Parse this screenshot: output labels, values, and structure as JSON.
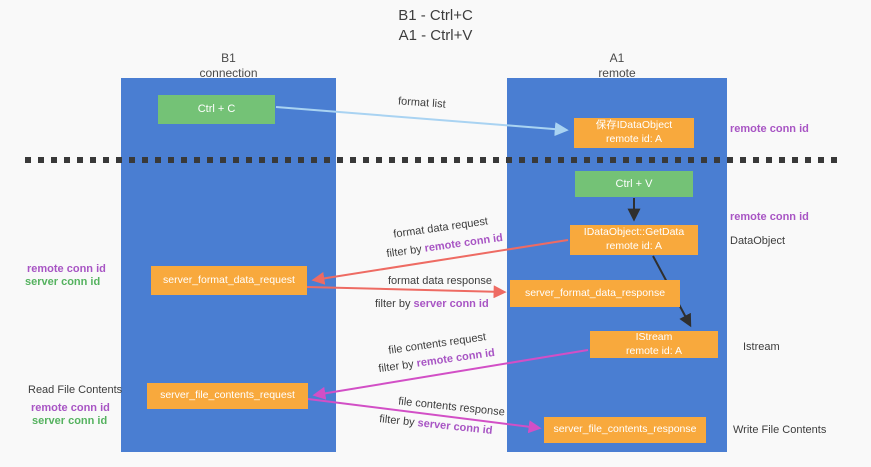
{
  "title": {
    "line1": "B1 - Ctrl+C",
    "line2": "A1 - Ctrl+V"
  },
  "columns": {
    "left": {
      "header_line1": "B1",
      "header_line2": "connection"
    },
    "right": {
      "header_line1": "A1",
      "header_line2": "remote"
    }
  },
  "boxes": {
    "ctrl_c": "Ctrl + C",
    "ctrl_v": "Ctrl + V",
    "save_idataobject": {
      "line1": "保存IDataObject",
      "line2": "remote id: A"
    },
    "getdata": {
      "line1": "IDataObject::GetData",
      "line2": "remote id: A"
    },
    "istream": {
      "line1": "IStream",
      "line2": "remote id: A"
    },
    "server_format_data_request": "server_format_data_request",
    "server_format_data_response": "server_format_data_response",
    "server_file_contents_request": "server_file_contents_request",
    "server_file_contents_response": "server_file_contents_response"
  },
  "arrow_labels": {
    "format_list": "format list",
    "format_data_request": "format data request",
    "format_data_response": "format data response",
    "file_contents_request": "file contents request",
    "file_contents_response": "file contents response",
    "filter_by": "filter by ",
    "remote_conn_id": "remote conn id",
    "server_conn_id": "server conn id"
  },
  "side_labels": {
    "remote_conn_id": "remote conn id",
    "server_conn_id": "server conn id",
    "dataobject": "DataObject",
    "istream": "Istream",
    "read_file_contents": "Read File Contents",
    "write_file_contents": "Write File Contents"
  },
  "colors": {
    "lifeline_blue": "#4a7ed2",
    "box_green": "#74c276",
    "box_orange": "#f8a93d",
    "purple_text": "#a855c4",
    "green_text": "#55b25f",
    "arrow_light_blue": "#a9d3f2",
    "arrow_red": "#ee6b63",
    "arrow_magenta": "#d24fc6",
    "arrow_black": "#2f2f2f"
  }
}
